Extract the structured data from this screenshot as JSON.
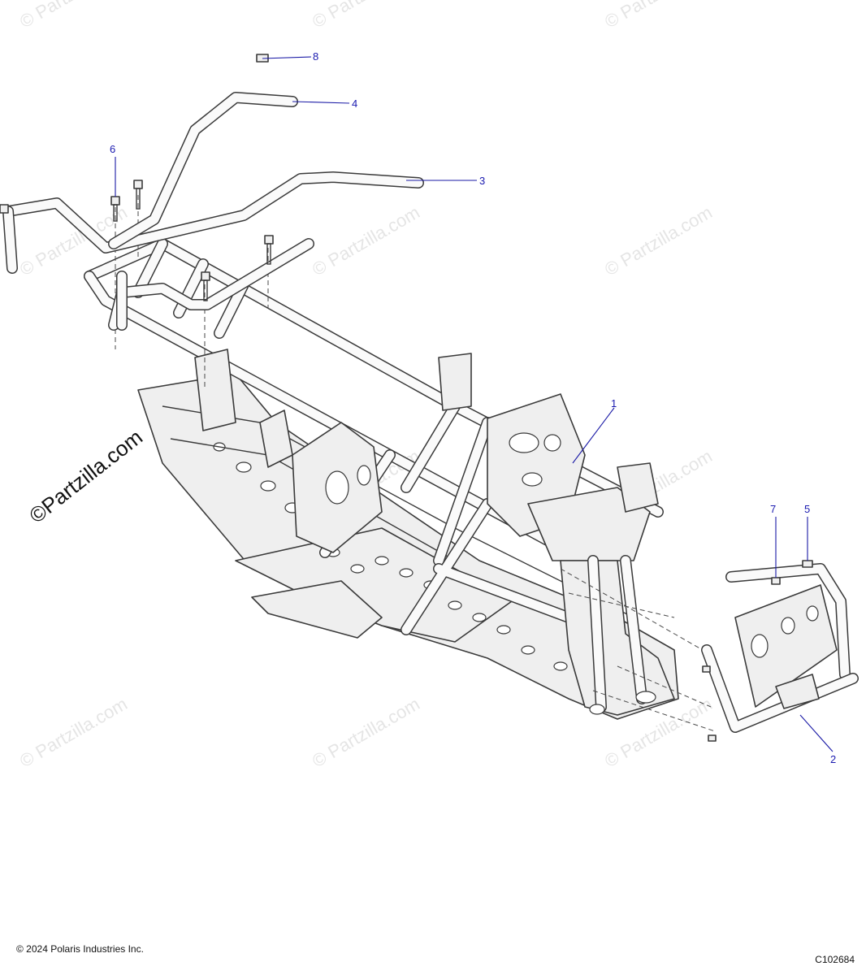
{
  "watermark": "© Partzilla.com",
  "brand_mark": "©Partzilla.com",
  "copyright": "© 2024 Polaris Industries Inc.",
  "diagram_code": "C102684",
  "callouts": {
    "c1": "1",
    "c2": "2",
    "c3": "3",
    "c4": "4",
    "c5": "5",
    "c6": "6",
    "c7": "7",
    "c8": "8"
  },
  "colors": {
    "callout": "#1a1ab0",
    "linework": "#3a3a3a",
    "watermark": "#d0d0d0"
  }
}
